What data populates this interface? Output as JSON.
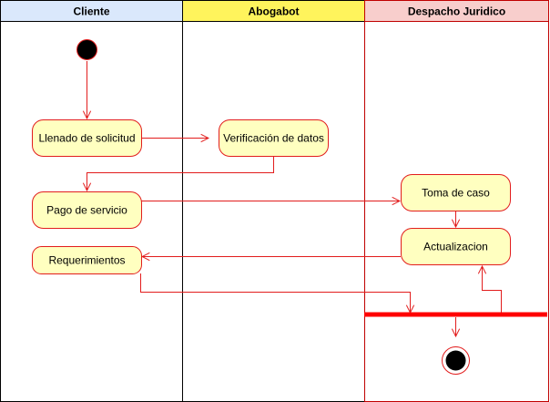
{
  "colors": {
    "line": "#e21d1d",
    "node_fill": "#ffffc0",
    "lane_border": "#000000",
    "red_lane_border": "#c00000",
    "header_cliente": "#dae8fc",
    "header_abogabot": "#fff45c",
    "header_despacho": "#f8cecc",
    "start_fill": "#000000"
  },
  "lanes": [
    {
      "id": "cliente",
      "title": "Cliente"
    },
    {
      "id": "abogabot",
      "title": "Abogabot"
    },
    {
      "id": "despacho",
      "title": "Despacho Juridico"
    }
  ],
  "nodes": [
    {
      "id": "llenado",
      "label": "Llenado de solicitud"
    },
    {
      "id": "verificacion",
      "label": "Verificación de datos"
    },
    {
      "id": "pago",
      "label": "Pago de servicio"
    },
    {
      "id": "toma",
      "label": "Toma de caso"
    },
    {
      "id": "actualizacion",
      "label": "Actualizacion"
    },
    {
      "id": "requerimientos",
      "label": "Requerimientos"
    }
  ]
}
